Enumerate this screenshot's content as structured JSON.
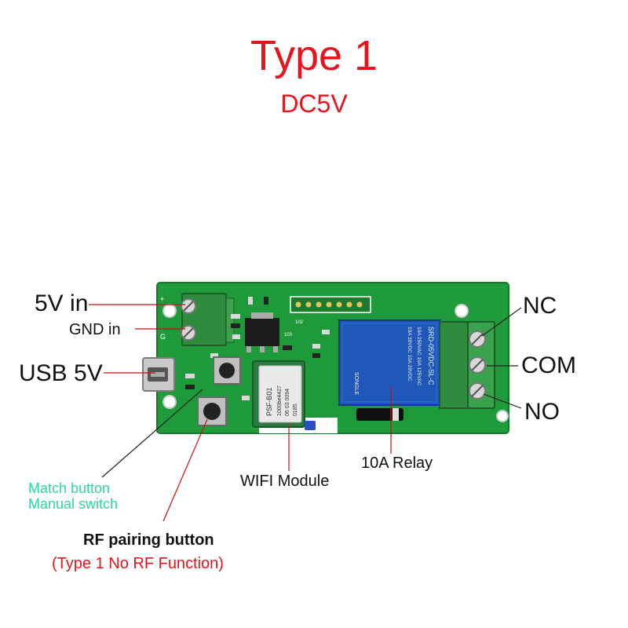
{
  "title": "Type 1",
  "subtitle": "DC5V",
  "board": {
    "silkscreen": {
      "plus": "+",
      "g": "G",
      "code_102": "102",
      "code_103": "103",
      "module_line1": "PSF-B01",
      "module_line2": "1000be4427",
      "module_line3": "06 03 0094",
      "module_line4": "0185",
      "relay_model": "SRD-05VDC-SL-C",
      "relay_spec1": "10A 250VAC  10A 125VAC",
      "relay_spec2": "10A 30VDC  10A 28VDC",
      "relay_brand": "SONGLE"
    }
  },
  "labels": {
    "five_v_in": "5V in",
    "gnd_in": "GND in",
    "usb_5v": "USB 5V",
    "nc": "NC",
    "com": "COM",
    "no": "NO",
    "relay": "10A Relay",
    "wifi_module": "WIFI Module",
    "match_button": "Match button",
    "manual_switch": "Manual switch",
    "rf_pairing": "RF pairing button",
    "rf_note": "(Type 1 No RF Function)"
  },
  "colors": {
    "title": "#e8141b",
    "pcb": "#1f9a3a",
    "terminal": "#2f8c3f",
    "relay": "#1f58b8",
    "callout_line_red": "#c81010",
    "callout_line_black": "#222222",
    "match_text": "#2ad9a0"
  }
}
